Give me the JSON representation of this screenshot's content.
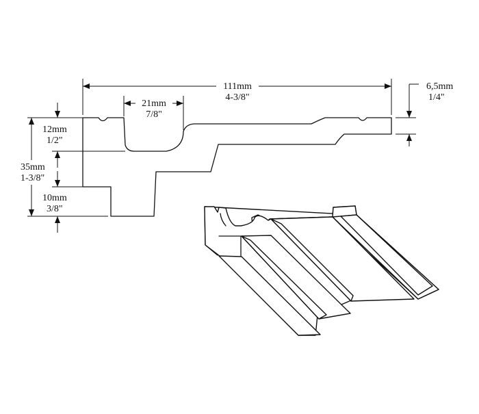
{
  "dimensions": {
    "total_width": {
      "metric": "111mm",
      "imperial": "4-3/8\""
    },
    "groove_width": {
      "metric": "21mm",
      "imperial": "7/8\""
    },
    "tongue_thickness": {
      "metric": "6,5mm",
      "imperial": "1/4\""
    },
    "top_section_height": {
      "metric": "12mm",
      "imperial": "1/2\""
    },
    "total_height": {
      "metric": "35mm",
      "imperial": "1-3/8\""
    },
    "bottom_section_height": {
      "metric": "10mm",
      "imperial": "3/8\""
    }
  }
}
